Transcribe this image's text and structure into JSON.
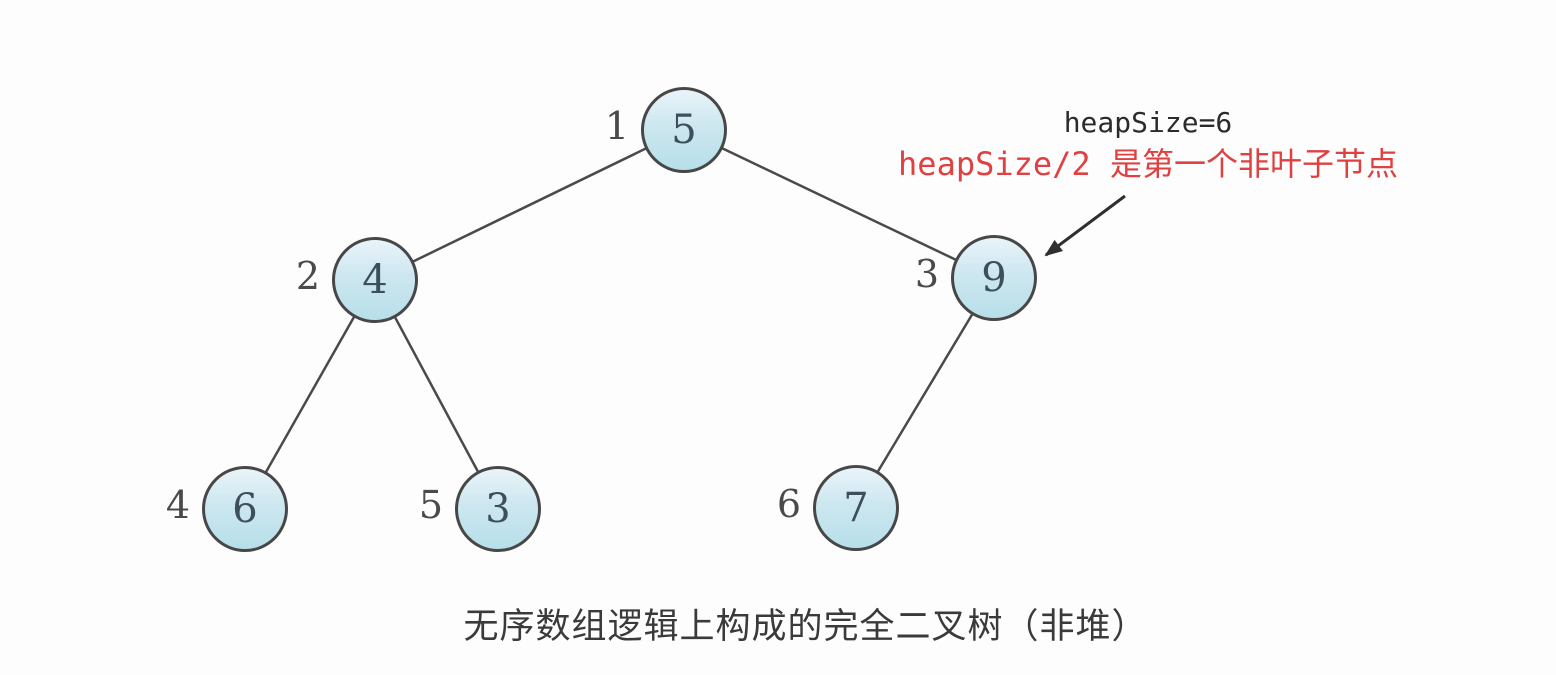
{
  "tree": {
    "nodes": [
      {
        "index": "1",
        "value": "5"
      },
      {
        "index": "2",
        "value": "4"
      },
      {
        "index": "3",
        "value": "9"
      },
      {
        "index": "4",
        "value": "6"
      },
      {
        "index": "5",
        "value": "3"
      },
      {
        "index": "6",
        "value": "7"
      }
    ],
    "edges": [
      [
        "1",
        "2"
      ],
      [
        "1",
        "3"
      ],
      [
        "2",
        "4"
      ],
      [
        "2",
        "5"
      ],
      [
        "3",
        "6"
      ]
    ]
  },
  "annotation": {
    "line1": "heapSize=6",
    "line2": "heapSize/2 是第一个非叶子节点",
    "line1_color": "#2b2b2b",
    "line2_color": "#e04040",
    "arrow_target_node_value": "9"
  },
  "caption": "无序数组逻辑上构成的完全二叉树（非堆）",
  "colors": {
    "background": "#fdfdfd",
    "node_fill_top": "#e9f4f9",
    "node_fill_bottom": "#b7dfe9",
    "node_border": "#474747",
    "edge": "#4a4a4a",
    "node_text": "#3d4f5c",
    "index_text": "#4a4a4a"
  }
}
